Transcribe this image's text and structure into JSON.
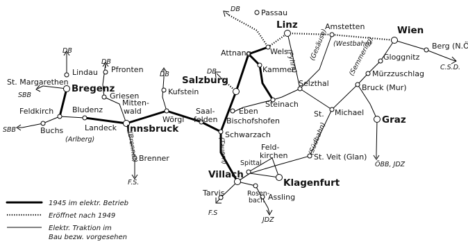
{
  "cities": {
    "wien": "Wien",
    "linz": "Linz",
    "salzburg": "Salzburg",
    "innsbruck": "Innsbruck",
    "klagenfurt": "Klagenfurt",
    "villach": "Villach",
    "graz": "Graz",
    "bregenz": "Bregenz",
    "passau": "Passau",
    "amstetten": "Amstetten",
    "wels": "Wels",
    "attnang": "Attnang",
    "kammer": "Kammer",
    "steinach": "Steinach",
    "selzthal": "Selzthal",
    "gloggnitz": "Gloggnitz",
    "murzzuschlag": "Mürzzuschlag",
    "bruck_mur": "Bruck (Mur)",
    "berg": "Berg (N.Ö)",
    "lindau": "Lindau",
    "st_margarethen": "St. Margarethen",
    "feldkirch": "Feldkirch",
    "bludenz": "Bludenz",
    "buchs": "Buchs",
    "landeck": "Landeck",
    "pfronten": "Pfronten",
    "griesen": "Griesen",
    "mittenwald_1": "Mitten-",
    "mittenwald_2": "wald",
    "kufstein": "Kufstein",
    "worgl": "Wörgl",
    "saalfelden_1": "Saal-",
    "saalfelden_2": "felden",
    "eben": "Eben",
    "bischofshofen": "Bischofshofen",
    "schwarzach": "Schwarzach",
    "st_michael_1": "St.",
    "st_michael_2": "Michael",
    "brenner": "Brenner",
    "feldkirchen_1": "Feld-",
    "feldkirchen_2": "kirchen",
    "st_veit": "St. Veit (Glan)",
    "spittal": "Spittal",
    "rosenbach_1": "Rosen-",
    "rosenbach_2": "bach",
    "tarvis": "Tarvis",
    "assling": "Assling"
  },
  "borders": {
    "db_passau": "DB",
    "db_lindau": "DB",
    "db_pfronten": "DB",
    "db_kufstein": "DB",
    "db_salzburg": "DB",
    "sbb_margarethen": "SBB",
    "sbb_buchs": "SBB",
    "csd": "C.S.D.",
    "obb_jdz": "ÖBB, JDZ",
    "fs_brenner": "F.S.",
    "fs_tarvis": "F.S",
    "jdz_assling": "JDZ"
  },
  "routes": {
    "pyhrn": "(Pyhrn)",
    "gesause": "(Gesäuse)",
    "westbahn": "(Westbahn)",
    "semmering": "(Semmering)",
    "arlberg": "(Arlberg)",
    "brenner": "(Brenner)",
    "tauern": "(Tauern)",
    "sudbahn": "(Südbahn)"
  },
  "legend": {
    "line1": "1945 im elektr. Betrieb",
    "line2": "Eröffnet nach 1949",
    "line3a": "Elektr. Traktion im",
    "line3b": "Bau bezw. vorgesehen"
  }
}
